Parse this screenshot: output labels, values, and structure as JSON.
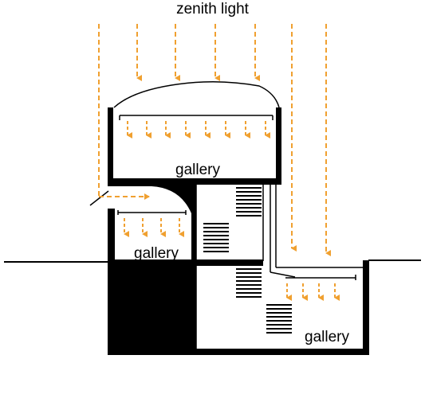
{
  "title": "zenith light",
  "labels": {
    "upper_gallery": "gallery",
    "middle_gallery": "gallery",
    "lower_gallery": "gallery"
  },
  "colors": {
    "light": "#f0a030",
    "structure": "#000000",
    "background": "#ffffff"
  }
}
